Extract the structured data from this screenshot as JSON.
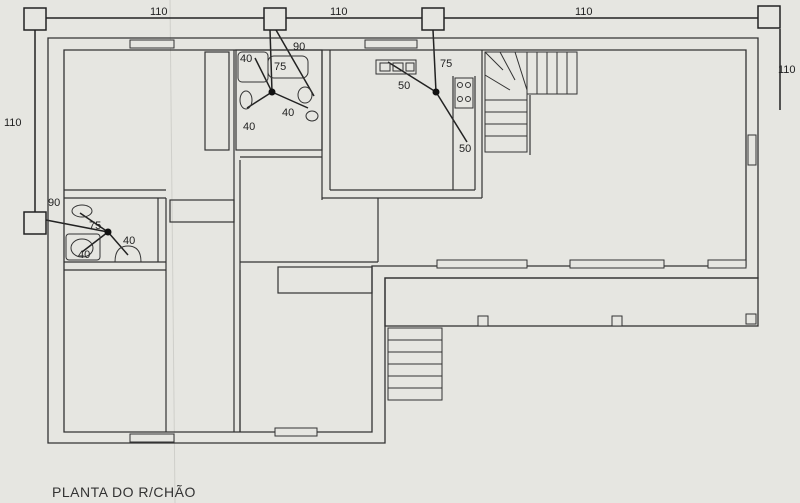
{
  "title": "PLANTA DO R/CHÃO",
  "labels": {
    "main_top_1": "110",
    "main_top_2": "110",
    "main_top_3": "110",
    "vertical_left": "110",
    "vertical_right": "110",
    "bath1_90": "90",
    "bath1_40a": "40",
    "bath1_75": "75",
    "bath1_40b": "40",
    "bath1_40c": "40",
    "kitchen_75": "75",
    "kitchen_50a": "50",
    "kitchen_50b": "50",
    "bath2_90": "90",
    "bath2_75": "75",
    "bath2_40a": "40",
    "bath2_40b": "40"
  }
}
